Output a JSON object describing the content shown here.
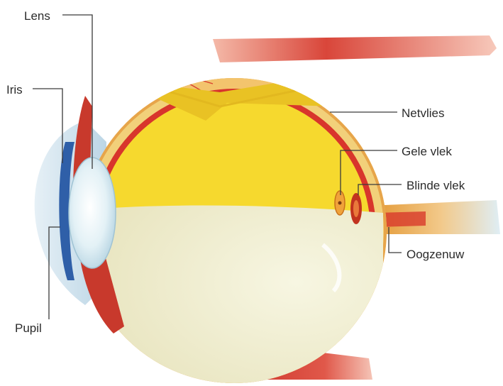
{
  "labels": {
    "lens": "Lens",
    "iris": "Iris",
    "pupil": "Pupil",
    "netvlies": "Netvlies",
    "gele_vlek": "Gele vlek",
    "blinde_vlek": "Blinde vlek",
    "oogzenuw": "Oogzenuw"
  },
  "colors": {
    "sclera_red": "#d9332b",
    "retina_yellow": "#f6d92e",
    "vitreous_cream": "#efedcf",
    "lens_blue": "#cfe6f0",
    "iris_blue": "#2f5fa8",
    "cornea_blue": "#d7e8f2",
    "muscle_red": "#c8392c",
    "nerve_orange": "#e98a2c"
  }
}
